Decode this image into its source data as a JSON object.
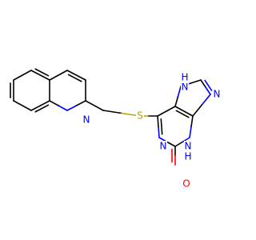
{
  "molecule": {
    "colors": {
      "carbon_bond": "#000000",
      "nitrogen": "#0000ff",
      "oxygen": "#ff0000",
      "sulfur": "#b8a200"
    },
    "atoms": {
      "S": "S",
      "N_quinoline": "N",
      "N1": "N",
      "N3H": "N",
      "H3": "H",
      "O": "O",
      "N7H": "N",
      "H7": "H",
      "N9": "N"
    }
  }
}
